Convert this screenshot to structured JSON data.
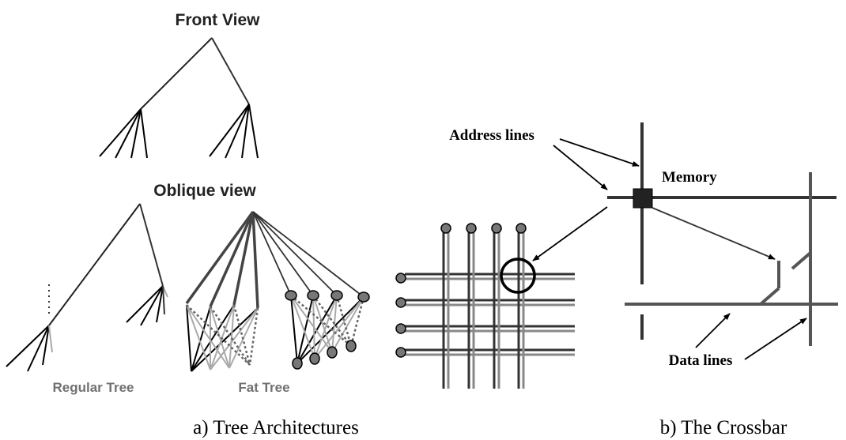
{
  "labels": {
    "front_view": "Front View",
    "oblique_view": "Oblique view",
    "regular_tree": "Regular Tree",
    "fat_tree": "Fat Tree",
    "address_lines": "Address lines",
    "memory": "Memory",
    "data_lines": "Data lines"
  },
  "captions": {
    "a": "a) Tree Architectures",
    "b": "b) The Crossbar"
  },
  "colors": {
    "black": "#000000",
    "dark_gray": "#444444",
    "mid_gray": "#555555",
    "light_gray": "#aaaaaa",
    "node_fill": "#777777",
    "label_gray": "#707070"
  }
}
